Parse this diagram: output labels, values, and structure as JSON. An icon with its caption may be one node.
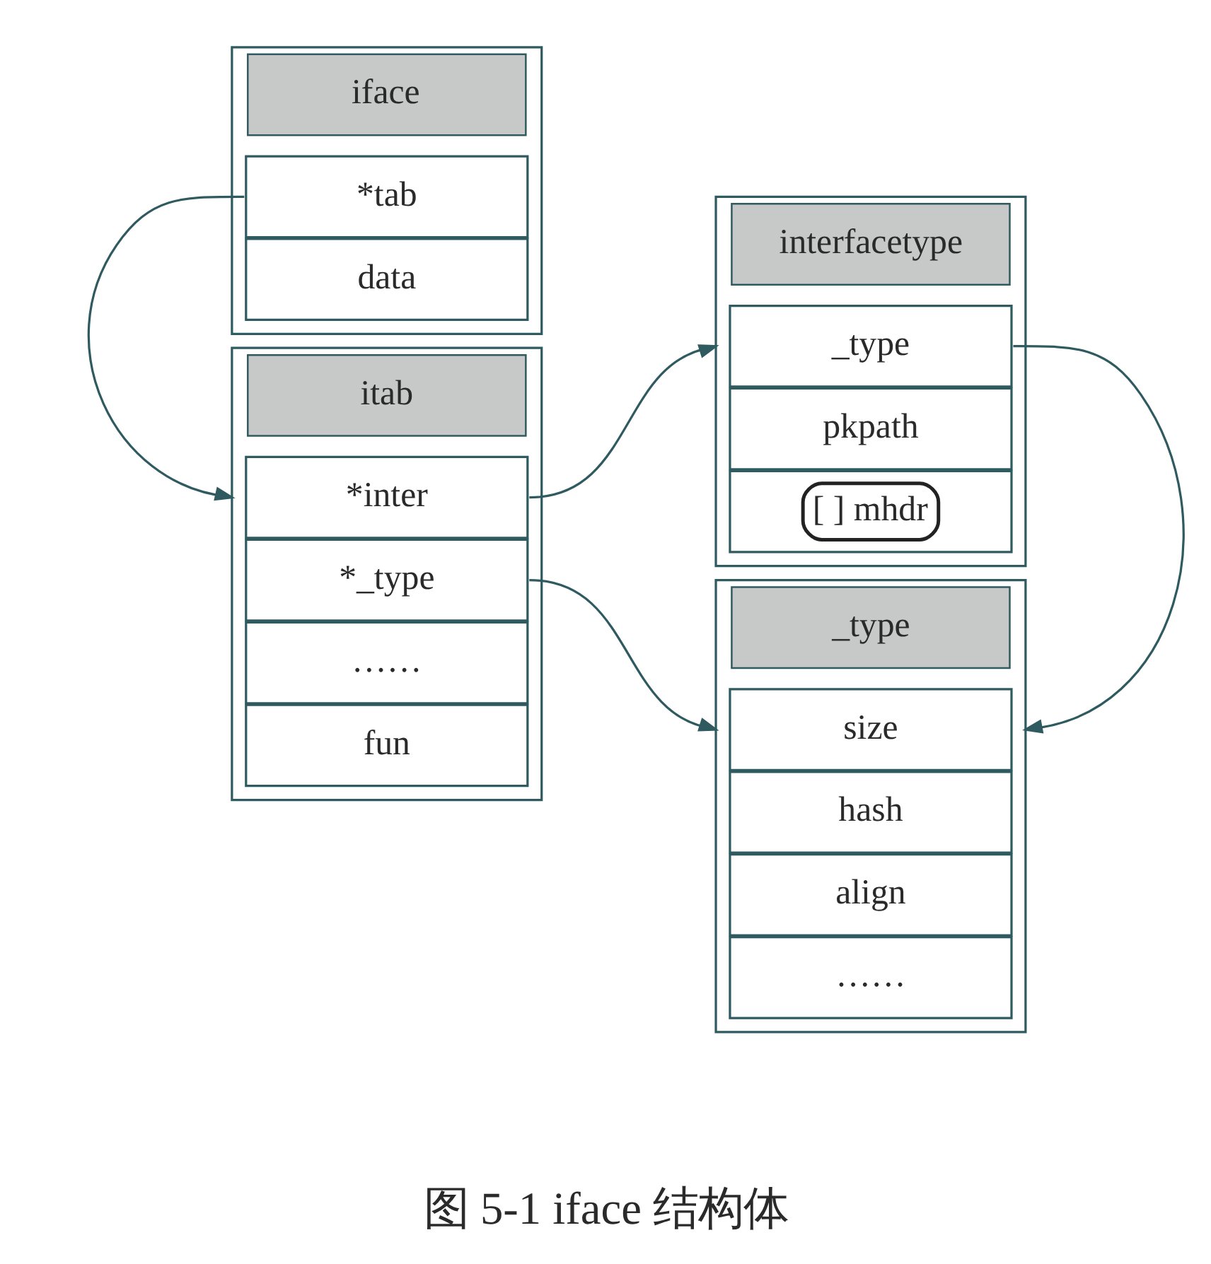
{
  "diagram": {
    "caption": "图 5-1 iface 结构体",
    "nodes": [
      {
        "text": [
          "iface"
        ]
      },
      {
        "text": [
          "*tab"
        ],
        "in": 0
      },
      {
        "text": [
          "data"
        ],
        "in": 0
      },
      {
        "text": [
          "interfacetype"
        ]
      },
      {
        "text": [
          "_type"
        ],
        "in": 3
      },
      {
        "text": [
          "pkpath"
        ],
        "in": 3
      },
      {
        "text": [
          "[ ] mhdr"
        ],
        "in": 3
      },
      {
        "text": [
          "itab"
        ]
      },
      {
        "text": [
          "*inter"
        ],
        "in": 7
      },
      {
        "text": [
          "*_type"
        ],
        "in": 7
      },
      {
        "text": [
          "……"
        ],
        "in": 7
      },
      {
        "text": [
          "fun"
        ],
        "in": 7
      },
      {
        "text": [
          "_type"
        ]
      },
      {
        "text": [
          "size"
        ],
        "in": 12
      },
      {
        "text": [
          "hash"
        ],
        "in": 12
      },
      {
        "text": [
          "align"
        ],
        "in": 12
      },
      {
        "text": [
          "……"
        ],
        "in": 12
      }
    ],
    "edges": [
      {
        "from": 1,
        "to": 7,
        "arrow": "to"
      },
      {
        "from": 8,
        "to": 3,
        "arrow": "to"
      },
      {
        "from": 9,
        "to": 12,
        "arrow": "to"
      },
      {
        "from": 4,
        "to": 12,
        "arrow": "to"
      }
    ]
  }
}
